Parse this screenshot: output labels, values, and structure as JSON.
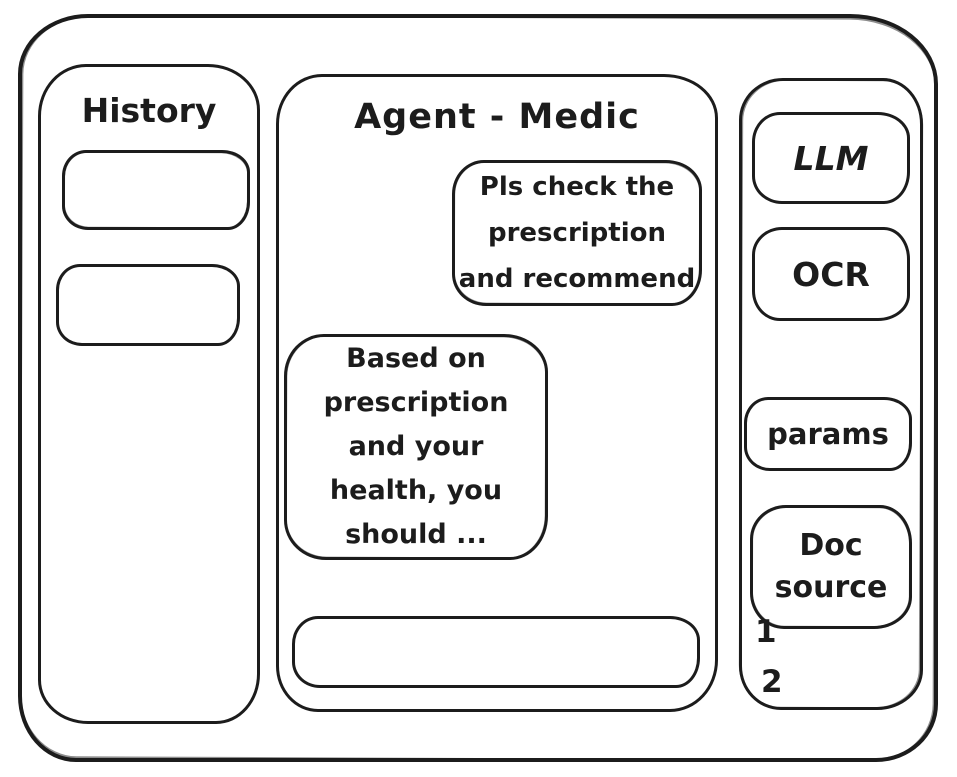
{
  "window": {
    "history_panel": {
      "title": "History",
      "items": [
        {
          "label": ""
        },
        {
          "label": ""
        }
      ]
    },
    "chat_panel": {
      "title": "Agent - Medic",
      "messages": [
        {
          "role": "user",
          "text": "Pls check the\nprescription\nand recommend"
        },
        {
          "role": "assistant",
          "text": "Based on\nprescription\nand your\nhealth, you\nshould ..."
        }
      ],
      "input": {
        "value": "",
        "placeholder": ""
      }
    },
    "tools_panel": {
      "buttons": [
        {
          "label": "LLM"
        },
        {
          "label": "OCR"
        },
        {
          "label": "params"
        },
        {
          "label": "Doc\nsource"
        }
      ],
      "doc_source_items": [
        "1",
        "2"
      ]
    }
  },
  "colors": {
    "stroke": "#1c1c1c",
    "background": "#ffffff"
  }
}
